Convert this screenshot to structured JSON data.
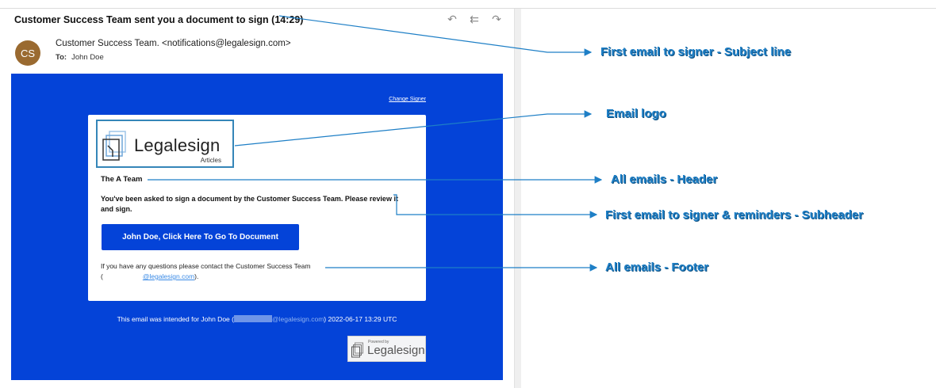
{
  "email": {
    "subject": "Customer Success Team sent you a document to sign (14:29)",
    "avatar_initials": "CS",
    "from": "Customer Success Team. <notifications@legalesign.com>",
    "to_label": "To:",
    "to_name": "John Doe",
    "actions": [
      "reply-icon",
      "reply-all-icon",
      "forward-icon"
    ]
  },
  "body": {
    "change_signer": "Change Signer",
    "logo_word": "Legalesign",
    "logo_sub": "Articles",
    "header": "The A Team",
    "subheader": "You've been asked to sign a document by the Customer Success Team. Please review it and sign.",
    "cta": "John Doe, Click Here To Go To Document",
    "footer_line1": "If you have any questions please contact the Customer Success Team",
    "footer_open": "(",
    "footer_email": "@legalesign.com",
    "footer_close": ").",
    "intended_prefix": "This email was intended for John Doe (",
    "intended_email": "@legalesign.com",
    "intended_suffix": ") 2022-06-17 13:29 UTC",
    "powered_by": "Powered by",
    "powered_word": "Legalesign"
  },
  "annotations": {
    "subject_line": "First email to signer - Subject line",
    "email_logo": "Email logo",
    "header": "All emails - Header",
    "subheader": "First email to signer & reminders - Subheader",
    "footer": "All emails - Footer"
  },
  "colors": {
    "brand_blue": "#0443d8",
    "annotation_blue": "#1e7fc6",
    "avatar": "#9a6a30"
  }
}
